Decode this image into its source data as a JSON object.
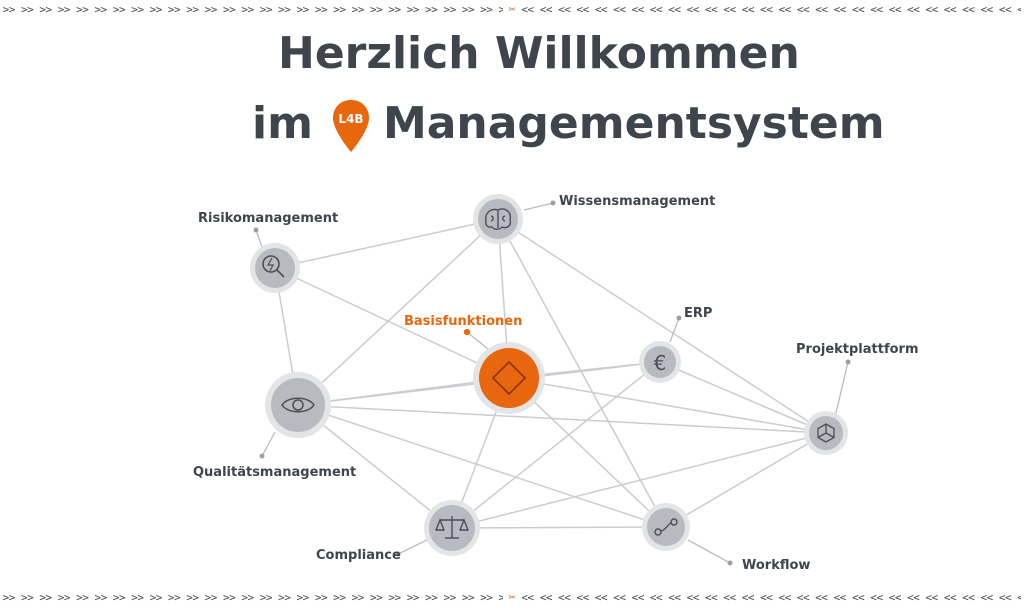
{
  "border": {
    "left_marks": ">> >> >> >> >> >> >> >> >> >> >> >> >> >> >> >> >> >> >> >> >> >> >> >> >> >> >> >> >> >> >> >> >> >> >>",
    "right_marks": "<< << << << << << << << << << << << << << << << << << << << << << << << << << << << << << << << << << << <<",
    "scissors": "✂"
  },
  "title": {
    "line1": "Herzlich Willkommen",
    "line2_prefix": "im",
    "logo_text": "L4B",
    "line2_suffix": "Managementsystem"
  },
  "colors": {
    "accent": "#e8660d",
    "text": "#3f454c",
    "node_fill": "#b7bac0",
    "node_ring": "#e3e4e6",
    "edge": "#c9ccd1"
  },
  "nodes": {
    "wissensmanagement": {
      "label": "Wissensmanagement",
      "icon": "brain-icon"
    },
    "risikomanagement": {
      "label": "Risikomanagement",
      "icon": "magnifier-icon"
    },
    "basisfunktionen": {
      "label": "Basisfunktionen",
      "icon": "diamond-icon"
    },
    "erp": {
      "label": "ERP",
      "icon": "euro-icon"
    },
    "projektplattform": {
      "label": "Projektplattform",
      "icon": "network-icon"
    },
    "qualitaetsmanagement": {
      "label": "Qualitätsmanagement",
      "icon": "eye-icon"
    },
    "compliance": {
      "label": "Compliance",
      "icon": "scales-icon"
    },
    "workflow": {
      "label": "Workflow",
      "icon": "workflow-icon"
    }
  }
}
